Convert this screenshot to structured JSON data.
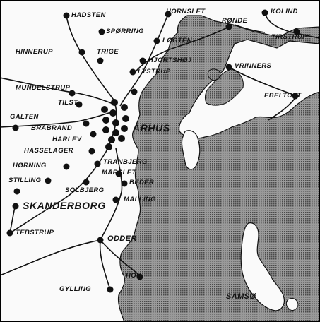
{
  "colors": {
    "sea": "#7d7d7d",
    "land": "#fafafa",
    "ink": "#111111",
    "frame": "#000000"
  },
  "pattern": "dotted-halftone-sea",
  "places": {
    "hadsten": "HADSTEN",
    "hornslet": "HORNSLET",
    "rønde": "RØNDE",
    "kolind": "KOLIND",
    "spørring": "SPØRRING",
    "løgten": "LØGTEN",
    "tirstrup": "TIRSTRUP",
    "hinnerup": "HINNERUP",
    "trige": "TRIGE",
    "hjortshøj": "HJORTSHØJ",
    "vrinners": "VRINNERS",
    "lystrup": "LYSTRUP",
    "mundelstrup": "MUNDELSTRUP",
    "ebeltoft": "EBELTOFT",
    "tilst": "TILST",
    "galten": "GALTEN",
    "brabrand": "BRABRAND",
    "aarhus": "ÅRHUS",
    "harlev": "HARLEV",
    "hasselager": "HASSELAGER",
    "tranbjerg": "TRANBJERG",
    "hørning": "HØRNING",
    "mårslet": "MÅRSLET",
    "stilling": "STILLING",
    "beder": "BEDER",
    "solbjerg": "SOLBJERG",
    "skanderborg": "SKANDERBORG",
    "malling": "MALLING",
    "tebstrup": "TEBSTRUP",
    "odder": "ODDER",
    "hou": "HOU",
    "gylling": "GYLLING",
    "samsø": "SAMSØ"
  }
}
